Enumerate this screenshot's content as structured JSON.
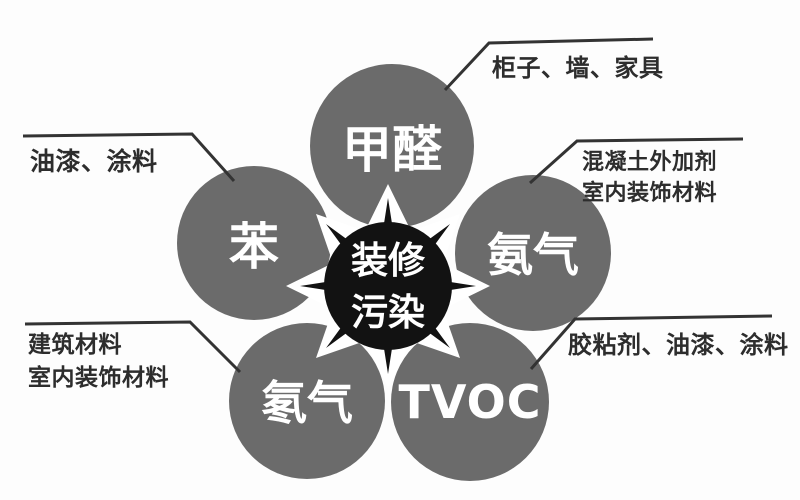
{
  "center_bubble": {
    "line1": "装修",
    "line2": "污染"
  },
  "pollutants": [
    {
      "name": "甲醛",
      "source": "柜子、墙、家具"
    },
    {
      "name": "苯",
      "source": "油漆、涂料"
    },
    {
      "name": "氨气",
      "source_line1": "混凝土外加剂",
      "source_line2": "室内装饰材料"
    },
    {
      "name": "氡气",
      "source_line1": "建筑材料",
      "source_line2": "室内装饰材料"
    },
    {
      "name": "TVOC",
      "source": "胶粘剂、油漆、涂料"
    }
  ],
  "colors": {
    "circle_gray": "#6b6b6b",
    "burst_black": "#121212",
    "connector": "#333333",
    "label_text": "#2d2d2d",
    "circle_text": "#ffffff",
    "background": "#fdfdfd"
  }
}
